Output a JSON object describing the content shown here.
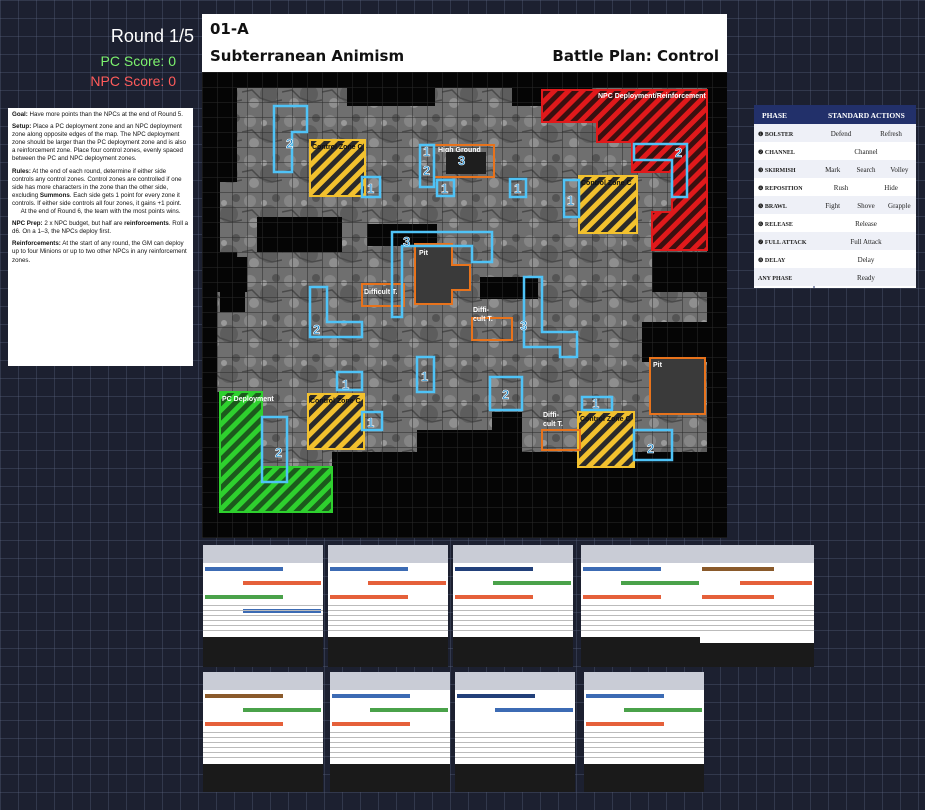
{
  "status": {
    "round": "Round 1/5",
    "pc_score": "PC Score: 0",
    "npc_score": "NPC Score: 0"
  },
  "rules": {
    "goal_label": "Goal:",
    "goal_text": " Have more points than the NPCs at the end of Round 5.",
    "setup_label": "Setup:",
    "setup_text": " Place a PC deployment zone and an NPC deployment zone along opposite edges of the map. The NPC deployment zone should be larger than the PC deployment zone and is also a reinforcement zone. Place four control zones, evenly spaced between the PC and NPC deployment zones.",
    "rules_label": "Rules:",
    "rules_text_1": " At the end of each round, determine if either side controls any control zones. Control zones are controlled if one side has more characters in the zone than the other side, excluding ",
    "rules_summons": "Summons",
    "rules_text_2": ". Each side gets 1 point for every zone it controls. If either side controls all four zones, it gains +1 point.",
    "rules_text_3": "At the end of Round 6, the team with the most points wins.",
    "npcprep_label": "NPC Prep:",
    "npcprep_text_1": " 2 x NPC budget, but half are ",
    "npcprep_bold": "reinforcements",
    "npcprep_text_2": ". Roll a d6. On a 1–3, the NPCs deploy first.",
    "reinf_label": "Reinforcements:",
    "reinf_text": " At the start of any round, the GM can deploy up to four Minions or up to two other NPCs in any reinforcement zones."
  },
  "header": {
    "code": "01-A",
    "title": "Subterranean Animism",
    "plan": "Battle Plan: Control"
  },
  "map": {
    "zones": {
      "npc_deploy": "NPC Deployment/Reinforcement",
      "pc_deploy": "PC Deployment",
      "control_c": "Control Zone C",
      "high_ground": "High Ground",
      "pit": "Pit",
      "difficult_1": "Difficult T.",
      "difficult_2": "Diffi-",
      "difficult_2b": "cult T.",
      "difficult_3": "Diffi-",
      "difficult_3b": "cult T."
    },
    "heights": {
      "h1": "1",
      "h2": "2",
      "h3": "3"
    },
    "colors": {
      "cover": "#4fc3f7",
      "control": "#f2c12e",
      "npc": "#e0191b",
      "pc": "#2ed02e",
      "terrain": "#e8731c"
    }
  },
  "actions": {
    "col_phase": "PHASE",
    "col_actions": "STANDARD ACTIONS",
    "rows": [
      {
        "num": "1",
        "phase": "Bolster",
        "actions": [
          "Defend",
          "Refresh"
        ]
      },
      {
        "num": "2",
        "phase": "Channel",
        "actions": [
          "Channel"
        ]
      },
      {
        "num": "3",
        "phase": "Skirmish",
        "actions": [
          "Mark",
          "Search",
          "Volley"
        ]
      },
      {
        "num": "4",
        "phase": "Reposition",
        "actions": [
          "Rush",
          "Hide"
        ]
      },
      {
        "num": "5",
        "phase": "Brawl",
        "actions": [
          "Fight",
          "Shove",
          "Grapple"
        ]
      },
      {
        "num": "6",
        "phase": "Release",
        "actions": [
          "Release"
        ]
      },
      {
        "num": "7",
        "phase": "Full Attack",
        "actions": [
          "Full Attack"
        ]
      },
      {
        "num": "8",
        "phase": "Delay",
        "actions": [
          "Delay"
        ]
      },
      {
        "num": "",
        "phase": "Any Phase",
        "actions": [
          "Ready"
        ]
      }
    ]
  },
  "sheets": {
    "row1": [
      {
        "bands": [
          "#3c6bb4",
          "#e5603a",
          "#4aa24a",
          "#3c6bb4"
        ]
      },
      {
        "bands": [
          "#3c6bb4",
          "#e5603a",
          "#e5603a"
        ]
      },
      {
        "bands": [
          "#22407a",
          "#4aa24a",
          "#e5603a"
        ]
      },
      {
        "bands": [
          "#3c6bb4",
          "#4aa24a",
          "#e5603a"
        ]
      },
      {
        "bands": [
          "#8a5a2b",
          "#e5603a",
          "#e5603a"
        ]
      }
    ],
    "row2": [
      {
        "bands": [
          "#8a5a2b",
          "#4aa24a",
          "#e5603a"
        ]
      },
      {
        "bands": [
          "#3c6bb4",
          "#4aa24a",
          "#e5603a"
        ]
      },
      {
        "bands": [
          "#22407a",
          "#3c6bb4"
        ]
      },
      {
        "bands": [
          "#3c6bb4",
          "#4aa24a",
          "#e5603a"
        ]
      }
    ]
  }
}
